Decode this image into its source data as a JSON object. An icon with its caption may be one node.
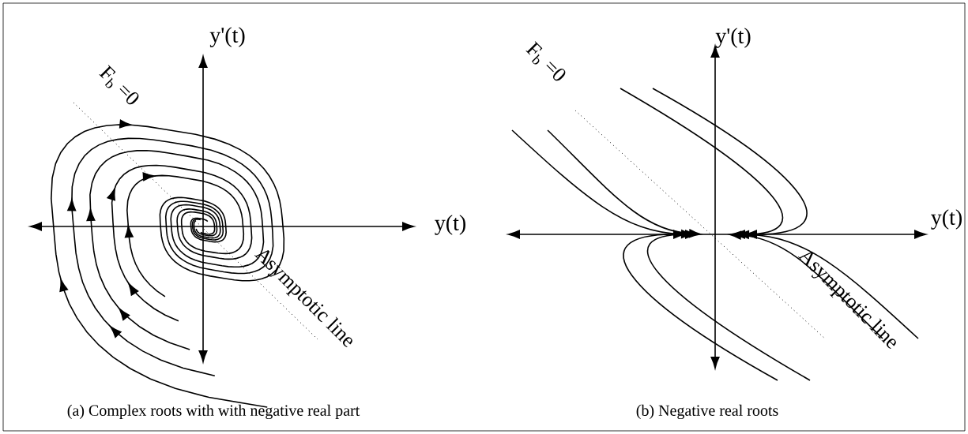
{
  "diagram": {
    "labels": [
      "y'(t)",
      "y(t)",
      "F$_{b}$ =0",
      "Asymptotic line",
      "(a) Complex roots with with negative real part",
      "y'(t)",
      "y(t)",
      "F$_{b}$ =0",
      "Asymptotic line",
      "(b) Negative real roots"
    ]
  }
}
